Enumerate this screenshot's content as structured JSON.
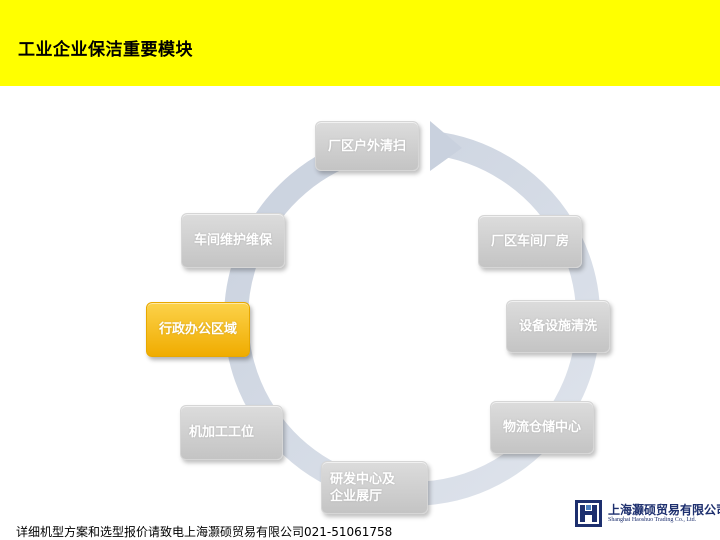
{
  "header": {
    "title": "工业企业保洁重要模块"
  },
  "cycle": {
    "nodes": [
      {
        "label": "厂区户外清扫",
        "active": false
      },
      {
        "label": "厂区车间厂房",
        "active": false
      },
      {
        "label": "设备设施清洗",
        "active": false
      },
      {
        "label": "物流仓储中心",
        "active": false
      },
      {
        "label": "研发中心及\n企业展厅",
        "active": false
      },
      {
        "label": "机加工工位",
        "active": false
      },
      {
        "label": "行政办公区域",
        "active": true
      },
      {
        "label": "车间维护维保",
        "active": false
      }
    ]
  },
  "footer": {
    "contact": "详细机型方案和选型报价请致电上海灏硕贸易有限公司021-51061758"
  },
  "logo": {
    "name_cn": "上海灏硕贸易有限公司",
    "name_en": "Shanghai Haoshuo Trading Co., Ltd."
  },
  "colors": {
    "header_bg": "#ffff00",
    "node_gray": "#c8c8c8",
    "node_active": "#f5b800",
    "ring": "#d4dbe6",
    "logo_blue": "#1d2f6e"
  }
}
